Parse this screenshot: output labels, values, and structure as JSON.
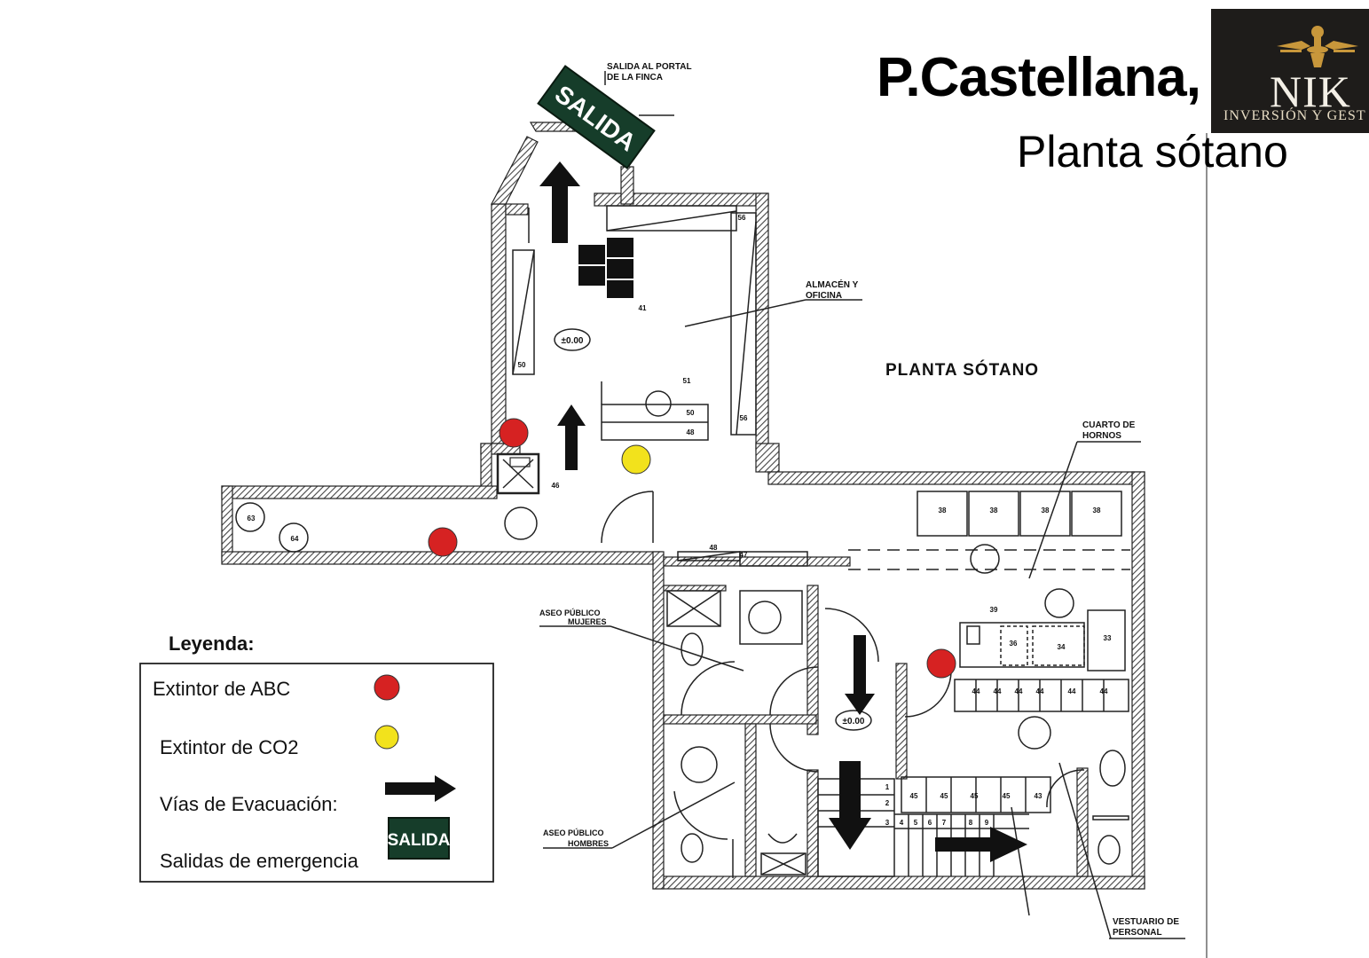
{
  "header": {
    "title": "P.Castellana,",
    "subtitle": "Planta sótano"
  },
  "logo": {
    "name": "NIK",
    "tagline": "INVERSIÓN Y GEST"
  },
  "plan": {
    "heading": "PLANTA SÓTANO",
    "exit_sign": "SALIDA",
    "labels": {
      "salida_portal_1": "SALIDA AL PORTAL",
      "salida_portal_2": "DE LA FINCA",
      "almacen_1": "ALMACÉN Y",
      "almacen_2": "OFICINA",
      "cuarto_1": "CUARTO DE",
      "cuarto_2": "HORNOS",
      "aseo_m_1": "ASEO PÚBLICO",
      "aseo_m_2": "MUJERES",
      "aseo_h_1": "ASEO PÚBLICO",
      "aseo_h_2": "HOMBRES",
      "vestuario_1": "VESTUARIO DE",
      "vestuario_2": "PERSONAL",
      "level_1": "±0.00",
      "level_2": "±0.00"
    },
    "numbers": {
      "n41": "41",
      "n50a": "50",
      "n51": "51",
      "n50b": "50",
      "n48a": "48",
      "n56a": "56",
      "n56b": "56",
      "n46": "46",
      "n63": "63",
      "n64": "64",
      "n48b": "48",
      "n47": "47",
      "n38a": "38",
      "n38b": "38",
      "n38c": "38",
      "n38d": "38",
      "n39": "39",
      "n36": "36",
      "n34": "34",
      "n33": "33",
      "n44a": "44",
      "n44b": "44",
      "n44c": "44",
      "n44d": "44",
      "n44e": "44",
      "n44f": "44",
      "n45a": "45",
      "n45b": "45",
      "n45c": "45",
      "n45d": "45",
      "n45e": "43",
      "s1": "1",
      "s2": "2",
      "s3": "3",
      "s4": "4",
      "s5": "5",
      "s6": "6",
      "s7": "7",
      "s8": "8",
      "s9": "9"
    }
  },
  "legend": {
    "title": "Leyenda:",
    "items": [
      {
        "label": "Extintor de ABC",
        "color": "#d62222"
      },
      {
        "label": "Extintor de CO2",
        "color": "#f2e21c"
      },
      {
        "label": "Vías de Evacuación:",
        "color": "#000000"
      },
      {
        "label": "Salidas de emergencia",
        "sign": "SALIDA"
      }
    ]
  },
  "colors": {
    "abc_extinguisher": "#d62222",
    "co2_extinguisher": "#f2e21c",
    "exit_sign_bg": "#163d2a",
    "exit_sign_text": "#ffffff"
  }
}
